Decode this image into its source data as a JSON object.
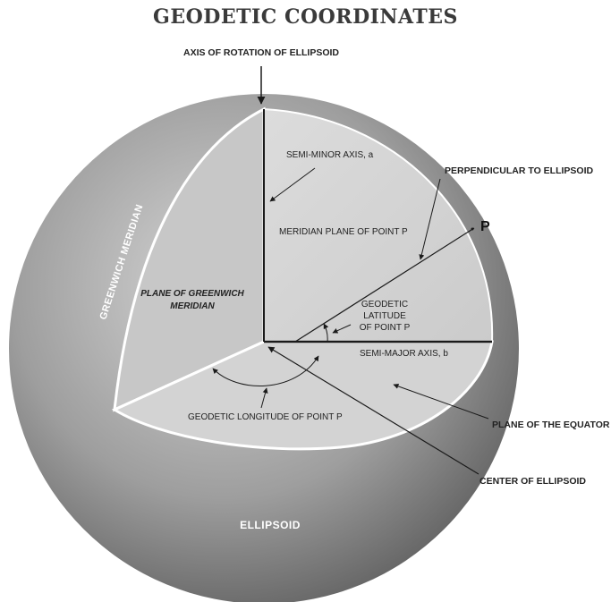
{
  "title": "GEODETIC COORDINATES",
  "labels": {
    "axis_rotation": "AXIS OF ROTATION OF ELLIPSOID",
    "semi_minor": "SEMI-MINOR AXIS, a",
    "perpendicular": "PERPENDICULAR TO ELLIPSOID",
    "point_p": "P",
    "meridian_plane": "MERIDIAN PLANE OF POINT P",
    "greenwich_meridian": "GREENWICH MERIDIAN",
    "plane_greenwich_1": "PLANE OF GREENWICH",
    "plane_greenwich_2": "MERIDIAN",
    "geodetic_lat_1": "GEODETIC",
    "geodetic_lat_2": "LATITUDE",
    "geodetic_lat_3": "OF POINT P",
    "semi_major": "SEMI-MAJOR AXIS, b",
    "plane_equator": "PLANE OF THE EQUATOR",
    "geodetic_long": "GEODETIC LONGITUDE OF POINT P",
    "center": "CENTER OF ELLIPSOID",
    "ellipsoid": "ELLIPSOID"
  },
  "colors": {
    "sphere_light": "#cfcfcf",
    "sphere_dark": "#5c5c5c",
    "plane_fill": "#d9d9d9",
    "line": "#1a1a1a"
  }
}
